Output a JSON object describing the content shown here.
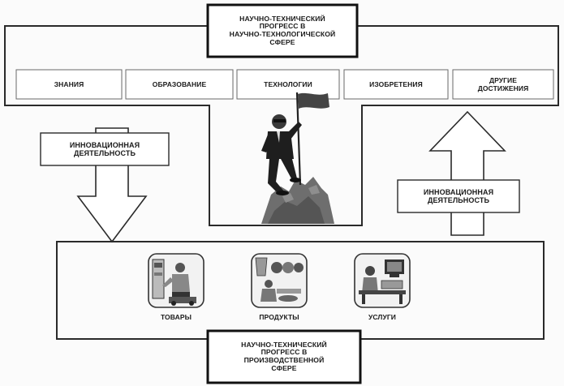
{
  "top_box": {
    "title": "НАУЧНО-ТЕХНИЧЕСКИЙ\nПРОГРЕСС В\nНАУЧНО-ТЕХНОЛОГИЧЕСКОЙ\nСФЕРЕ"
  },
  "achievements": [
    {
      "label": "ЗНАНИЯ"
    },
    {
      "label": "ОБРАЗОВАНИЕ"
    },
    {
      "label": "ТЕХНОЛОГИИ"
    },
    {
      "label": "ИЗОБРЕТЕНИЯ"
    },
    {
      "label": "ДРУГИЕ\nДОСТИЖЕНИЯ"
    }
  ],
  "left_arrow": {
    "label": "ИННОВАЦИОННАЯ\nДЕЯТЕЛЬНОСТЬ"
  },
  "right_arrow": {
    "label": "ИННОВАЦИОННАЯ\nДЕЯТЕЛЬНОСТЬ"
  },
  "products": [
    {
      "label": "ТОВАРЫ",
      "icon": "factory-worker-icon"
    },
    {
      "label": "ПРОДУКТЫ",
      "icon": "food-production-icon"
    },
    {
      "label": "УСЛУГИ",
      "icon": "office-service-icon"
    }
  ],
  "bottom_box": {
    "title": "НАУЧНО-ТЕХНИЧЕСКИЙ\nПРОГРЕСС В\nПРОИЗВОДСТВЕННОЙ\nСФЕРЕ"
  },
  "center_image": {
    "icon": "climber-with-flag-icon"
  }
}
